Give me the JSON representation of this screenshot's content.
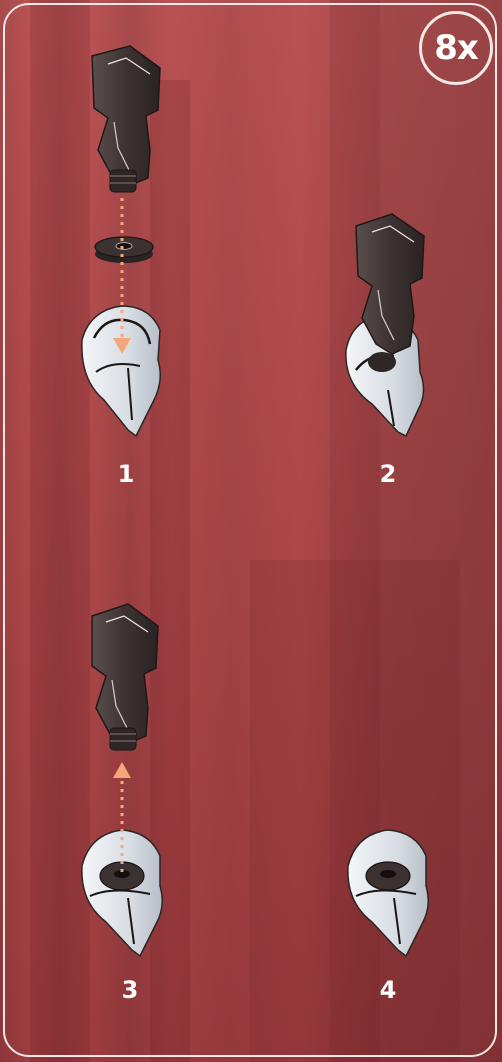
{
  "quantity_badge": "8x",
  "steps": [
    {
      "label": "1"
    },
    {
      "label": "2"
    },
    {
      "label": "3"
    },
    {
      "label": "4"
    }
  ],
  "colors": {
    "background": "#b24a4c",
    "frame": "#f3e8e6",
    "guide_arrow": "#f5a77a",
    "part_dark": "#3e3433",
    "part_light": "#e6e9ee"
  },
  "icons": [
    "connector-piece-icon",
    "washer-icon",
    "joint-socket-icon",
    "dotted-arrow-icon"
  ]
}
